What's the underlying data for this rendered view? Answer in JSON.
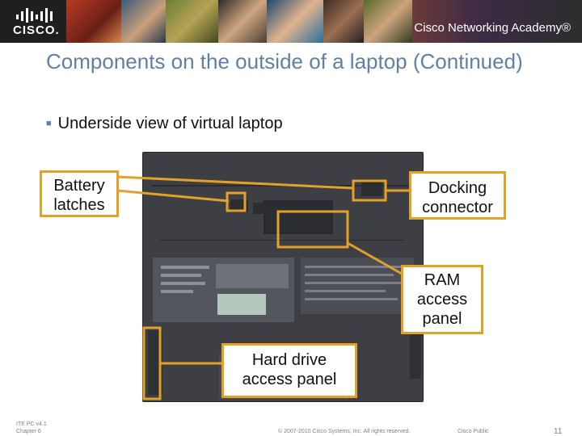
{
  "banner": {
    "logo_text": "CISCO.",
    "academy_label": "Cisco Networking Academy®"
  },
  "slide": {
    "title": "Components on the outside of a laptop (Continued)",
    "bullet": "Underside view of virtual laptop"
  },
  "callouts": {
    "battery_latches": "Battery latches",
    "docking_connector": "Docking connector",
    "ram_access_panel": "RAM access panel",
    "hard_drive_access_panel": "Hard drive access panel"
  },
  "footer": {
    "course": "ITE PC v4.1",
    "chapter": "Chapter 6",
    "copyright": "© 2007-2010 Cisco Systems, Inc. All rights reserved.",
    "classification": "Cisco Public",
    "page_number": "11"
  },
  "colors": {
    "title": "#5f7fa5",
    "callout_border": "#e4a128",
    "banner": "#1f1f1f"
  }
}
